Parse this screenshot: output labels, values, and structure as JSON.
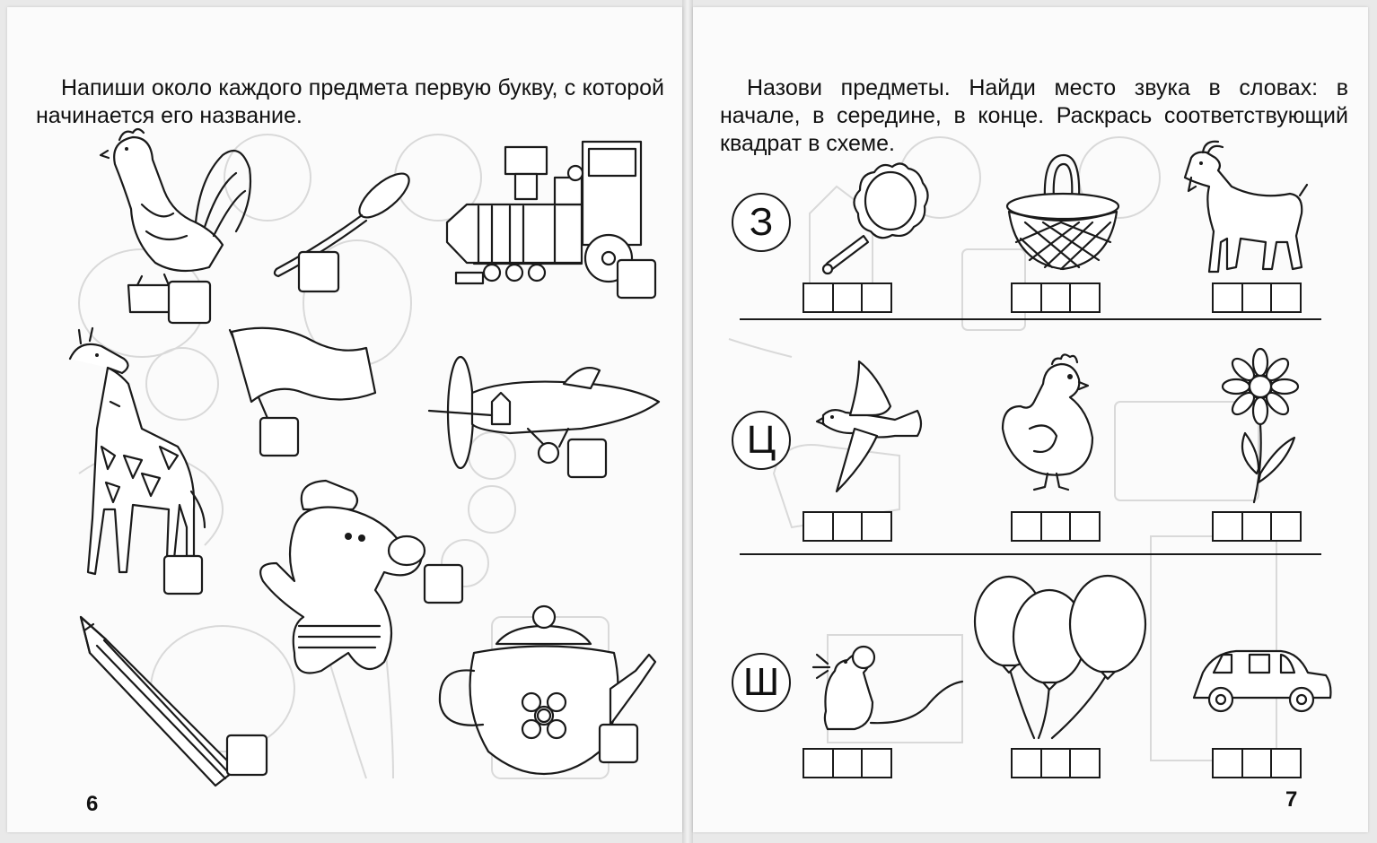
{
  "left_page": {
    "instruction": "Напиши около каждого предмета первую букву, с которой начинается его название.",
    "page_number": "6",
    "items": [
      "rooster",
      "spoon",
      "train",
      "giraffe",
      "flag",
      "airplane",
      "hippo",
      "pencil",
      "teapot"
    ]
  },
  "right_page": {
    "instruction": "Назови предметы. Найди место звука в словах: в начале, в середине, в конце. Раскрась соответствующий квадрат в схеме.",
    "page_number": "7",
    "rows": [
      {
        "letter": "З",
        "items": [
          "mirror",
          "basket",
          "goat"
        ]
      },
      {
        "letter": "Ц",
        "items": [
          "bird",
          "chick",
          "flower"
        ]
      },
      {
        "letter": "Ш",
        "items": [
          "mouse",
          "balloons",
          "car"
        ]
      }
    ],
    "scheme_cells": 3
  },
  "colors": {
    "ink": "#1a1a1a",
    "paper": "#fbfbfb",
    "ghost": "#d9d9d9"
  }
}
